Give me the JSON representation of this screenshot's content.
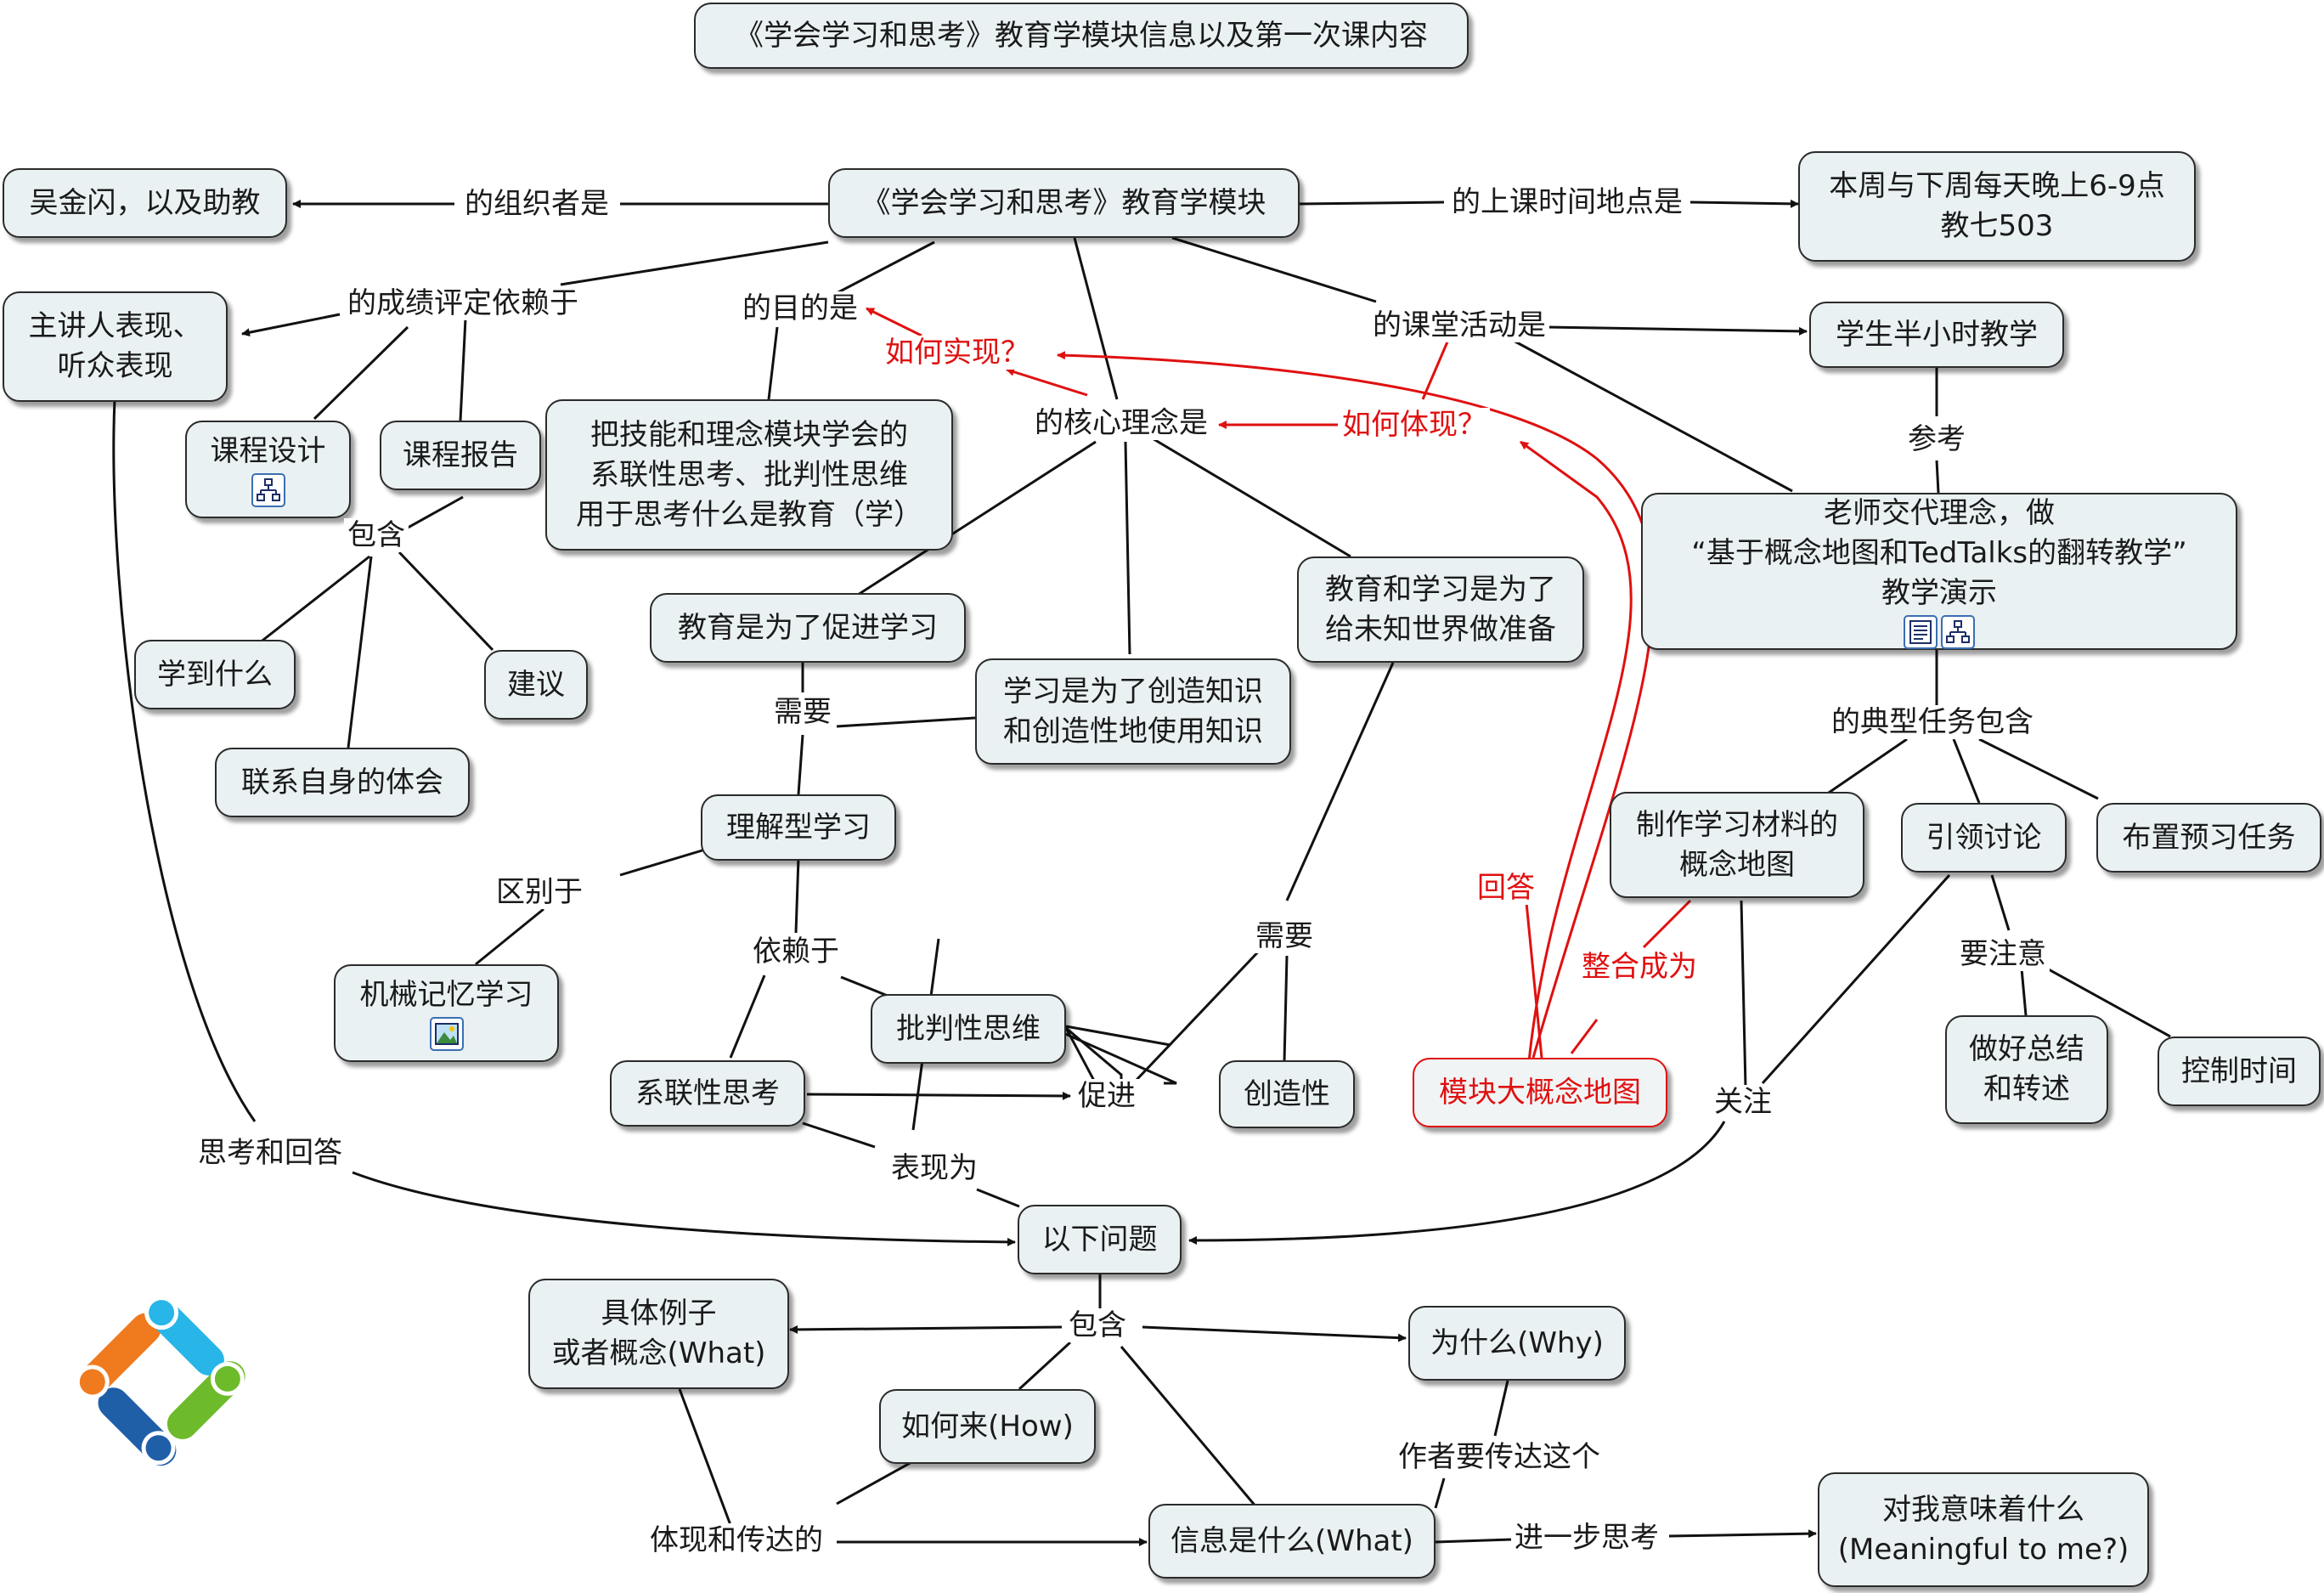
{
  "title": "《学会学习和思考》教育学模块信息以及第一次课内容",
  "colors": {
    "node_fill": "#eaf1f3",
    "border": "#2b2b2b",
    "highlight": "#e01010"
  },
  "nodes": {
    "center": "《学会学习和思考》教育学模块",
    "organizer": "吴金闪，以及助教",
    "time_place": "本周与下周每天晚上6-9点\n教七503",
    "grading": "主讲人表现、\n听众表现",
    "course_design": "课程设计",
    "course_report": "课程报告",
    "learn_what": "学到什么",
    "suggestion": "建议",
    "connect_self": "联系自身的体会",
    "purpose": "把技能和理念模块学会的\n系联性思考、批判性思维\n用于思考什么是教育（学）",
    "edu_promote": "教育是为了促进学习",
    "learn_create": "学习是为了创造知识\n和创造性地使用知识",
    "edu_prepare": "教育和学习是为了\n给未知世界做准备",
    "understand": "理解型学习",
    "rote": "机械记忆学习",
    "systemic": "系联性思考",
    "critical": "批判性思维",
    "creativity": "创造性",
    "student_teach": "学生半小时教学",
    "teacher_demo": "老师交代理念，做\n“基于概念地图和TedTalks的翻转教学”\n教学演示",
    "make_map": "制作学习材料的\n概念地图",
    "lead_discuss": "引领讨论",
    "assign": "布置预习任务",
    "summarize": "做好总结\n和转述",
    "control_time": "控制时间",
    "module_map": "模块大概念地图",
    "questions": "以下问题",
    "examples": "具体例子\n或者概念(What)",
    "why": "为什么(Why)",
    "how": "如何来(How)",
    "info_what": "信息是什么(What)",
    "meaning": "对我意味着什么\n(Meaningful to me?)"
  },
  "links": {
    "organizer": "的组织者是",
    "time_place": "的上课时间地点是",
    "grading": "的成绩评定依赖于",
    "purpose": "的目的是",
    "core": "的核心理念是",
    "activity": "的课堂活动是",
    "how_realize": "如何实现？",
    "how_embody": "如何体现？",
    "reference": "参考",
    "include": "包含",
    "need1": "需要",
    "need2": "需要",
    "differ": "区别于",
    "depend": "依赖于",
    "promote": "促进",
    "express": "表现为",
    "typical": "的典型任务包含",
    "attention": "要注意",
    "answer": "回答",
    "integrate": "整合成为",
    "focus": "关注",
    "think_answer": "思考和回答",
    "include_q": "包含",
    "embody": "体现和传达的",
    "author": "作者要传达这个",
    "further": "进一步思考"
  },
  "icons": {
    "course_design": [
      "submap-icon"
    ],
    "rote": [
      "image-icon"
    ],
    "teacher_demo": [
      "document-icon",
      "submap-icon"
    ],
    "corner_logo": "cmap-logo-icon"
  }
}
